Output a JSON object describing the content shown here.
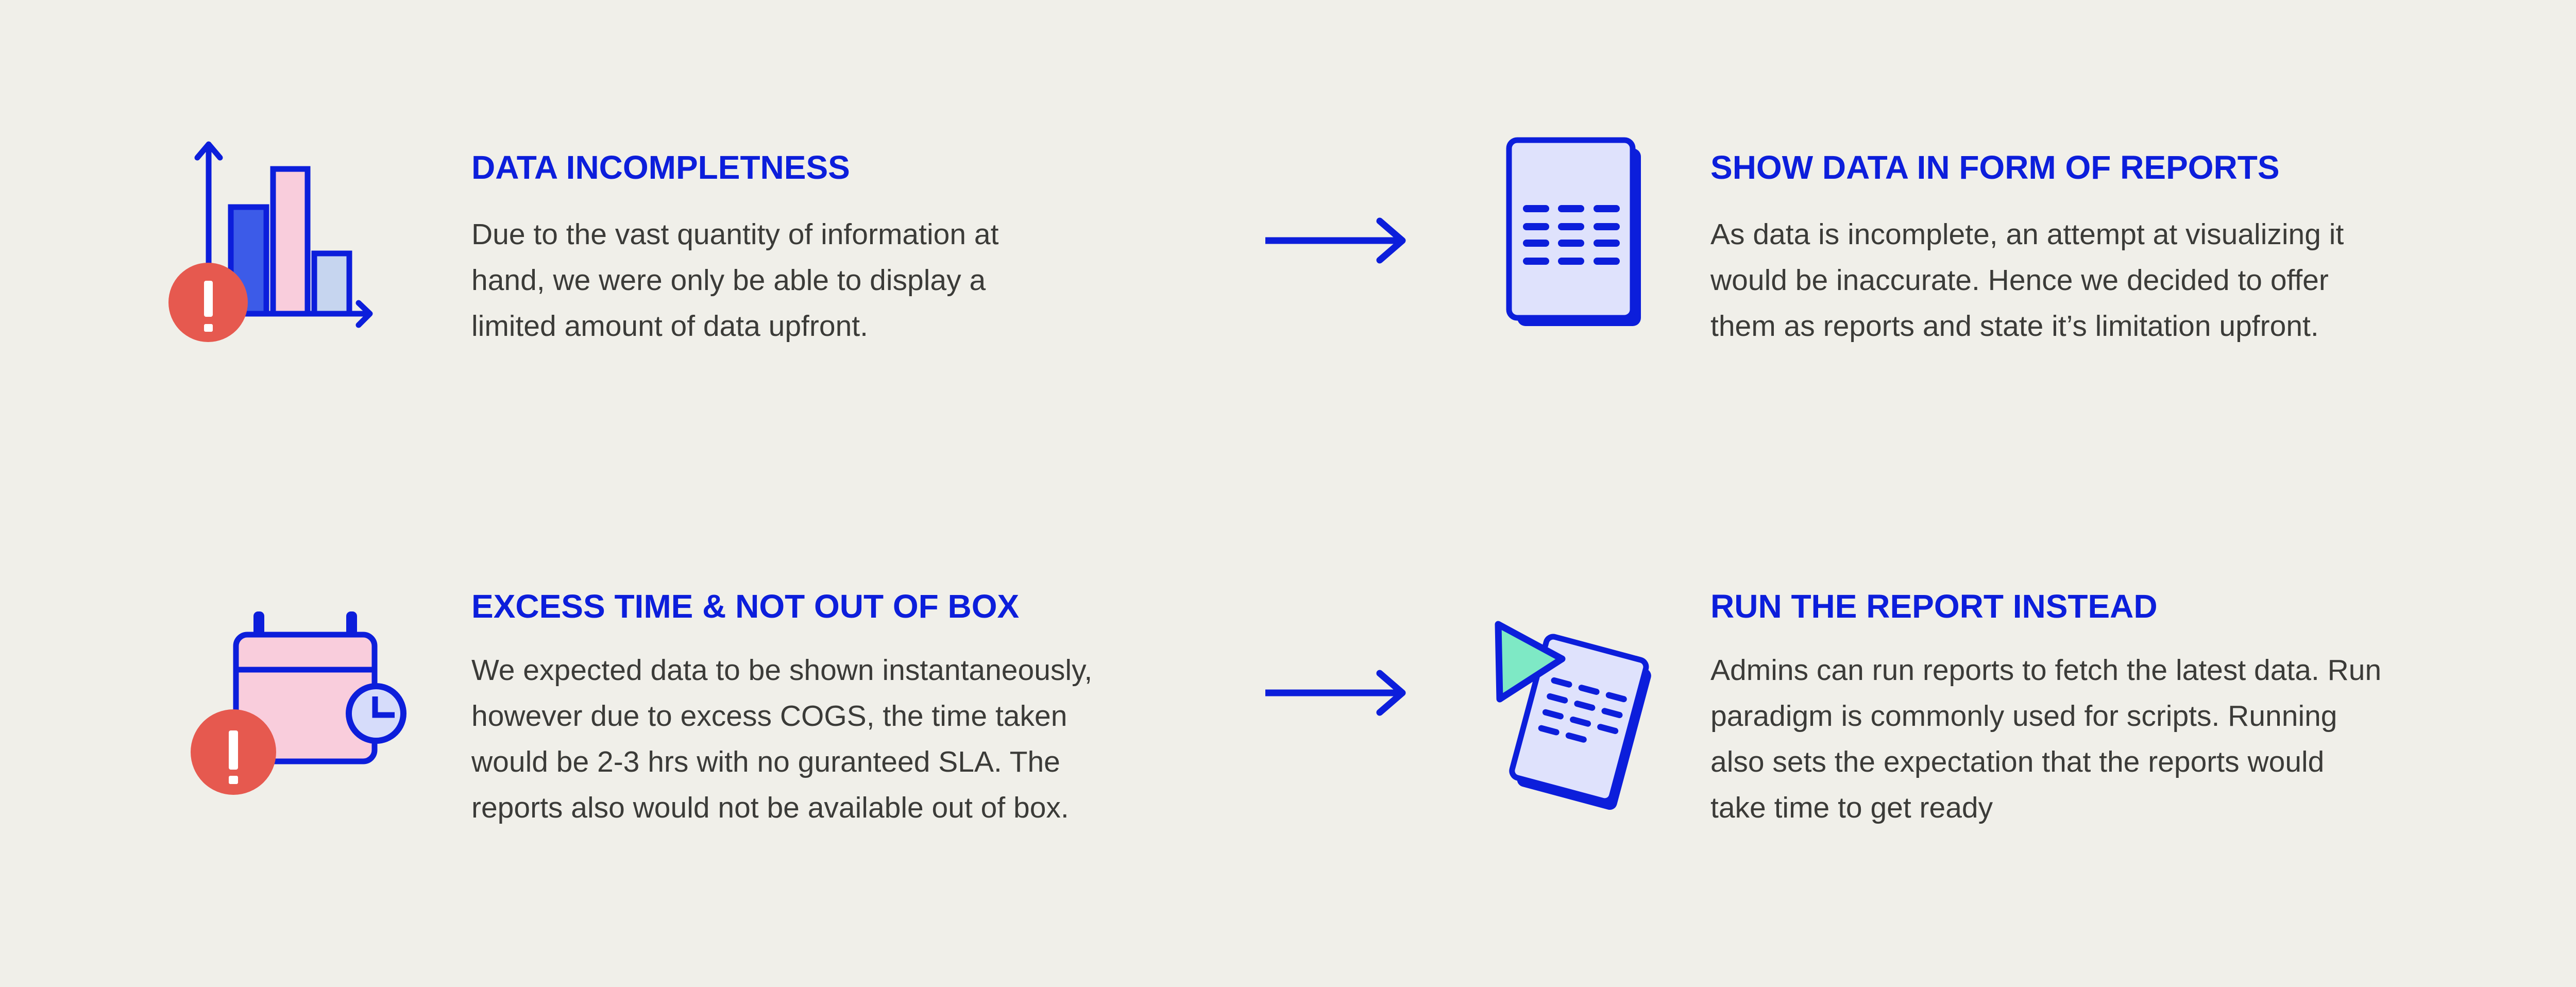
{
  "colors": {
    "background": "#f0efe9",
    "blue": "#0c1edb",
    "royal": "#3c5be8",
    "pink": "#f9cddc",
    "lightblue": "#c6d5ef",
    "lavender": "#dfe2fc",
    "clockface": "#d6dcfa",
    "mint": "#7ee9c5",
    "coral": "#e6594f",
    "text": "#3b3b38",
    "white": "#ffffff"
  },
  "cards": [
    {
      "id": "data-incompleteness",
      "icon": "bar-chart-warning-icon",
      "title": "DATA INCOMPLETNESS",
      "body_lines": [
        "Due to the vast quantity of information at",
        "hand, we were only be able to display a",
        "limited amount of data upfront."
      ]
    },
    {
      "id": "show-data-reports",
      "icon": "report-document-icon",
      "title": "SHOW DATA IN FORM OF REPORTS",
      "body_lines": [
        "As data is incomplete, an attempt at visualizing it",
        "would be inaccurate. Hence we decided to offer",
        "them as reports and state it’s limitation upfront."
      ]
    },
    {
      "id": "excess-time-not-out-of-box",
      "icon": "calendar-clock-warning-icon",
      "title": "EXCESS TIME & NOT OUT OF BOX",
      "body_lines": [
        "We expected data to be shown instantaneously,",
        "however due to excess COGS, the time taken",
        "would be 2-3 hrs with no guranteed SLA. The",
        "reports also would not be available out of box."
      ]
    },
    {
      "id": "run-the-report-instead",
      "icon": "run-report-play-icon",
      "title": "RUN THE REPORT INSTEAD",
      "body_lines": [
        "Admins can run reports to fetch the latest data. Run",
        "paradigm is commonly used for scripts. Running",
        "also sets the expectation that the reports would",
        "take time to get ready"
      ]
    }
  ],
  "warning_glyph": "!",
  "arrows": [
    {
      "id": "flow-arrow-top",
      "direction": "right"
    },
    {
      "id": "flow-arrow-bottom",
      "direction": "right"
    }
  ]
}
